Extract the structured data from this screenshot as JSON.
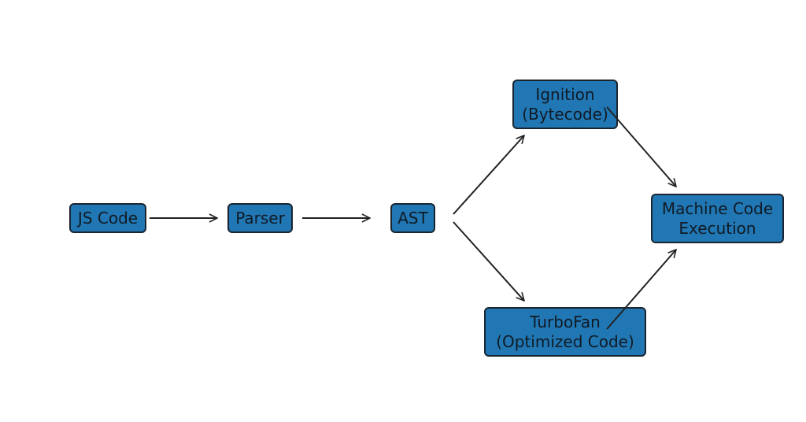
{
  "nodes": {
    "js_code": {
      "label": "JS Code"
    },
    "parser": {
      "label": "Parser"
    },
    "ast": {
      "label": "AST"
    },
    "ignition": {
      "line1": "Ignition",
      "line2": "(Bytecode)"
    },
    "turbofan": {
      "line1": "TurboFan",
      "line2": "(Optimized Code)"
    },
    "machine_code": {
      "line1": "Machine Code",
      "line2": "Execution"
    }
  },
  "edges": [
    {
      "from": "js_code",
      "to": "parser"
    },
    {
      "from": "parser",
      "to": "ast"
    },
    {
      "from": "ast",
      "to": "ignition"
    },
    {
      "from": "ast",
      "to": "turbofan"
    },
    {
      "from": "ignition",
      "to": "machine_code"
    },
    {
      "from": "turbofan",
      "to": "machine_code"
    }
  ],
  "colors": {
    "node_fill": "#2077b4",
    "node_border": "#1a2530",
    "arrow": "#222222"
  }
}
